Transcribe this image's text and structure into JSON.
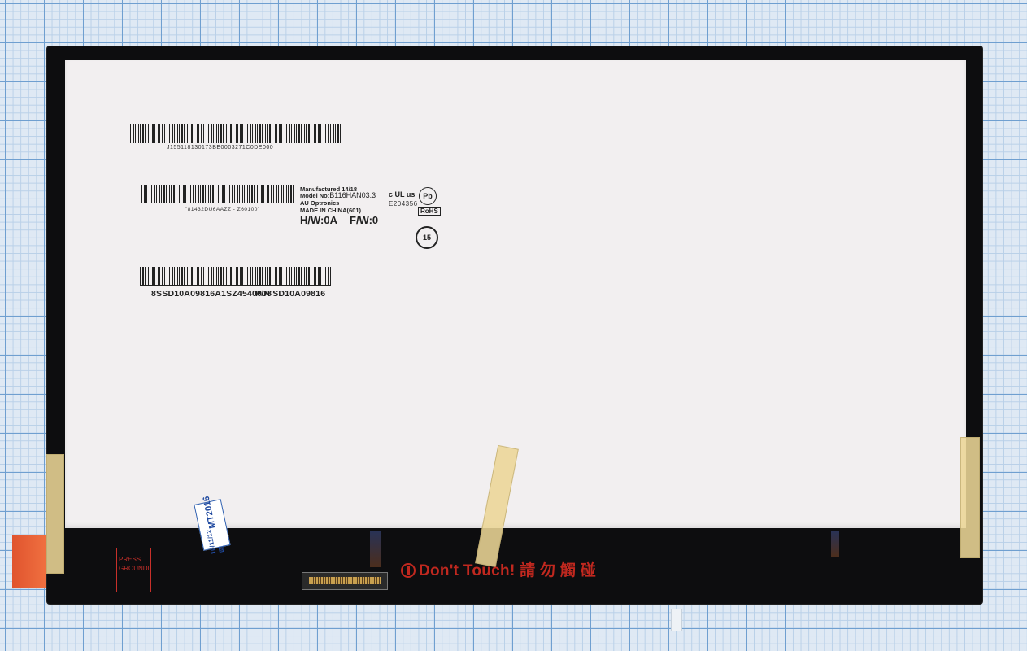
{
  "label": {
    "serial_top": "J155118130173BE0003271C0DE000",
    "barcode_mid_caption": "\"81432DU6AAZZ - Z60100\"",
    "manufactured": "Manufactured 14/18",
    "model_prefix": "Model No:",
    "model": "B116HAN03.3",
    "maker": "AU Optronics",
    "made_in": "MADE IN CHINA(601)",
    "ul_code": "E204356",
    "ul_mark": "c UL us",
    "pb_mark": "Pb",
    "rohs": "RoHS",
    "recycle_years": "15",
    "hw": "H/W:0A",
    "fw": "F/W:0",
    "serial_bottom": "8SSD10A09816A1SZ4540008",
    "part_number": "P/N SD10A09816"
  },
  "panel_bottom": {
    "press_text_1": "PRESS",
    "press_text_2": "GROUNDING",
    "dont_touch": "Don't Touch! 請 勿 觸 碰",
    "sticker_line1": "MT2016",
    "sticker_line2": "10/11/12月"
  },
  "colors": {
    "warning_red": "#c0281f",
    "sticker_blue": "#204aa0",
    "tape": "#ecd696"
  },
  "icons": {
    "pb_free": "crossed-circle",
    "recycle": "circle-arrows",
    "warning_hand": "no-touch-circle"
  }
}
